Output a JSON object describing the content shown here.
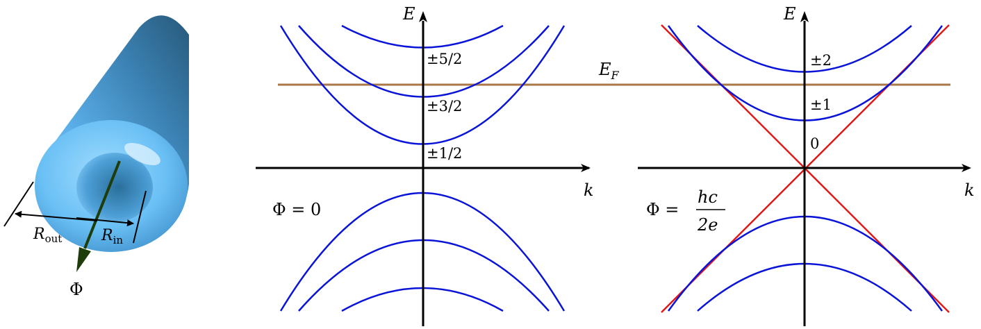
{
  "colors": {
    "axis": "#000000",
    "band": "#0a14d8",
    "dirac": "#e01818",
    "fermi": "#a87848",
    "tube_light": "#7cc6ff",
    "tube_mid": "#4a9bd6",
    "tube_dark": "#2f6f9a",
    "flux_arrow": "#1e3d0a"
  },
  "tube": {
    "r_out_label": "R",
    "r_out_sub": "out",
    "r_in_label": "R",
    "r_in_sub": "in",
    "flux_label": "Φ"
  },
  "fermi_label": {
    "main": "E",
    "sub": "F"
  },
  "panels": [
    {
      "id": "phi-zero",
      "y_axis_label": "E",
      "x_axis_label": "k",
      "flux_label": "Φ = 0",
      "band_labels": [
        "±5/2",
        "±3/2",
        "±1/2"
      ]
    },
    {
      "id": "phi-half",
      "y_axis_label": "E",
      "x_axis_label": "k",
      "flux_prefix": "Φ =",
      "flux_numerator": "hc",
      "flux_denominator": "2e",
      "band_labels": [
        "±2",
        "±1",
        "0"
      ]
    }
  ]
}
